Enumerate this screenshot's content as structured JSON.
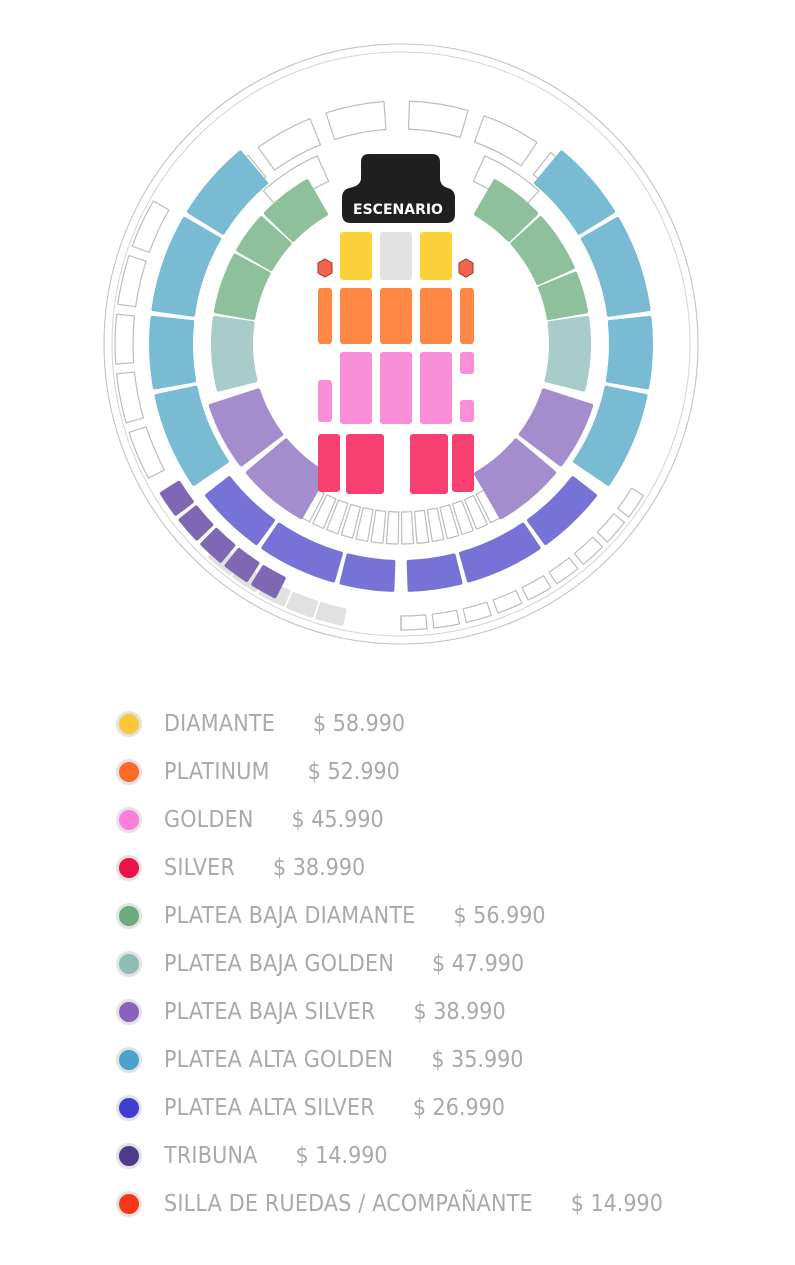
{
  "stage": {
    "label": "ESCENARIO"
  },
  "colors": {
    "diamante": "#fdd13a",
    "platinum": "#fd8743",
    "golden": "#fb8ed9",
    "silver": "#f7406f",
    "platea_baja_diamante": "#8fc09c",
    "platea_baja_golden": "#a7ccc9",
    "platea_baja_silver": "#a48dcc",
    "platea_alta_golden": "#79bbd2",
    "platea_alta_silver": "#7773d6",
    "tribuna": "#7f68b3",
    "wheelchair": "#f0654d",
    "unavailable": "#e1e1e1",
    "outline": "#bdbdbd"
  },
  "legend": [
    {
      "name": "DIAMANTE",
      "price": "$ 58.990",
      "swatch": "#fdc53a"
    },
    {
      "name": "PLATINUM",
      "price": "$ 52.990",
      "swatch": "#fb6c28"
    },
    {
      "name": "GOLDEN",
      "price": "$ 45.990",
      "swatch": "#fb7fd8"
    },
    {
      "name": "SILVER",
      "price": "$ 38.990",
      "swatch": "#e9124b"
    },
    {
      "name": "PLATEA BAJA DIAMANTE",
      "price": "$ 56.990",
      "swatch": "#6cab7e"
    },
    {
      "name": "PLATEA BAJA GOLDEN",
      "price": "$ 47.990",
      "swatch": "#8fbcb6"
    },
    {
      "name": "PLATEA BAJA SILVER",
      "price": "$ 38.990",
      "swatch": "#8a61be"
    },
    {
      "name": "PLATEA ALTA GOLDEN",
      "price": "$ 35.990",
      "swatch": "#4aa3cc"
    },
    {
      "name": "PLATEA ALTA SILVER",
      "price": "$ 26.990",
      "swatch": "#3f3ed1"
    },
    {
      "name": "TRIBUNA",
      "price": "$ 14.990",
      "swatch": "#4e3a8d"
    },
    {
      "name": "SILLA DE RUEDAS / ACOMPAÑANTE",
      "price": "$ 14.990",
      "swatch": "#f53918"
    }
  ]
}
